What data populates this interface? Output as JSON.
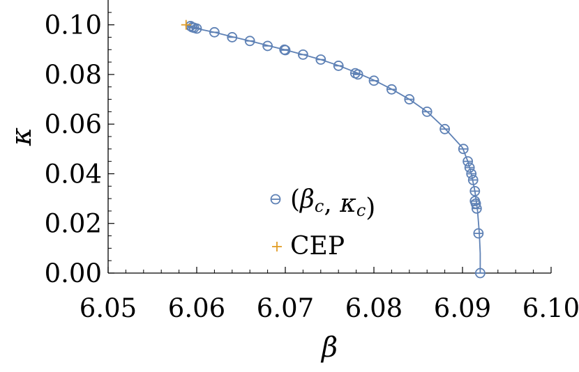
{
  "chart_data": {
    "type": "scatter",
    "xlabel": "β",
    "ylabel": "κ",
    "xlim": [
      6.05,
      6.1
    ],
    "ylim": [
      0.0,
      0.11
    ],
    "x_ticks": [
      {
        "value": 6.05,
        "label": "6.05"
      },
      {
        "value": 6.06,
        "label": "6.06"
      },
      {
        "value": 6.07,
        "label": "6.07"
      },
      {
        "value": 6.08,
        "label": "6.08"
      },
      {
        "value": 6.09,
        "label": "6.09"
      },
      {
        "value": 6.1,
        "label": "6.10"
      }
    ],
    "y_ticks": [
      {
        "value": 0.0,
        "label": "0.00"
      },
      {
        "value": 0.02,
        "label": "0.02"
      },
      {
        "value": 0.04,
        "label": "0.04"
      },
      {
        "value": 0.06,
        "label": "0.06"
      },
      {
        "value": 0.08,
        "label": "0.08"
      },
      {
        "value": 0.1,
        "label": "0.10"
      }
    ],
    "legend_position": "center",
    "colors": {
      "series": "#5e81b5",
      "cep": "#e19c24"
    },
    "series": [
      {
        "name": "(βc, κc)",
        "marker": "circle-bar",
        "x": [
          6.0593,
          6.0595,
          6.0597,
          6.06,
          6.062,
          6.064,
          6.066,
          6.068,
          6.0699,
          6.07,
          6.072,
          6.074,
          6.076,
          6.0779,
          6.0782,
          6.08,
          6.082,
          6.084,
          6.086,
          6.088,
          6.0901,
          6.0906,
          6.0908,
          6.091,
          6.0912,
          6.0914,
          6.0914,
          6.0915,
          6.0916,
          6.0918,
          6.092
        ],
        "y": [
          0.0995,
          0.099,
          0.0988,
          0.0985,
          0.097,
          0.095,
          0.0935,
          0.0915,
          0.09,
          0.0898,
          0.088,
          0.086,
          0.0835,
          0.0805,
          0.08,
          0.0775,
          0.074,
          0.07,
          0.065,
          0.058,
          0.05,
          0.045,
          0.0425,
          0.04,
          0.0375,
          0.033,
          0.029,
          0.028,
          0.026,
          0.016,
          0.0
        ]
      },
      {
        "name": "CEP",
        "marker": "plus",
        "x": [
          6.0588
        ],
        "y": [
          0.1
        ]
      }
    ],
    "fit_curve": {
      "x": [
        6.0588,
        6.06,
        6.062,
        6.064,
        6.066,
        6.068,
        6.07,
        6.072,
        6.074,
        6.076,
        6.078,
        6.08,
        6.082,
        6.084,
        6.086,
        6.088,
        6.09,
        6.0906,
        6.091,
        6.0914,
        6.0917,
        6.0919,
        6.092,
        6.092
      ],
      "y": [
        0.1,
        0.0985,
        0.097,
        0.0952,
        0.0935,
        0.0917,
        0.0899,
        0.088,
        0.086,
        0.0836,
        0.0808,
        0.0777,
        0.0741,
        0.07,
        0.065,
        0.0583,
        0.0505,
        0.045,
        0.04,
        0.033,
        0.025,
        0.016,
        0.008,
        0.0
      ]
    }
  }
}
